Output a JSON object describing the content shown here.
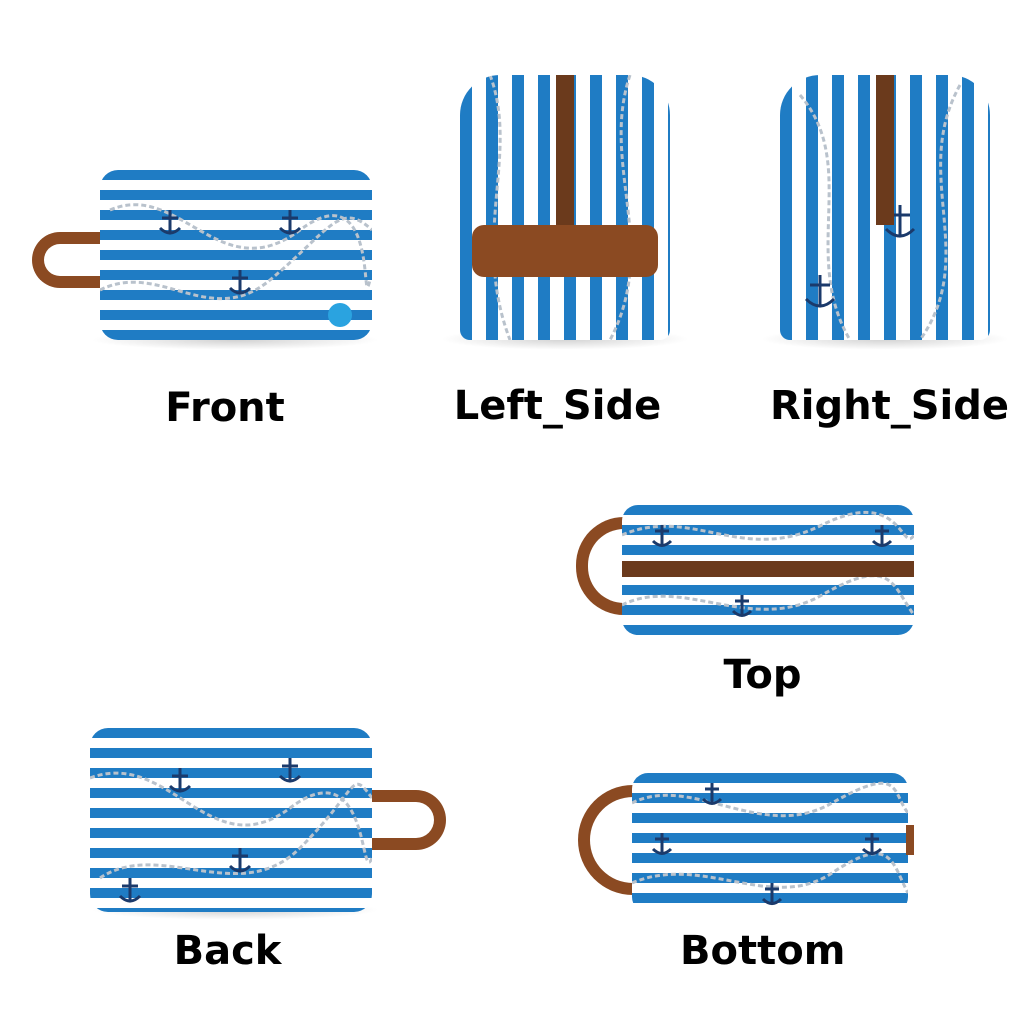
{
  "views": {
    "front": {
      "label": "Front"
    },
    "left_side": {
      "label": "Left_Side"
    },
    "right_side": {
      "label": "Right_Side"
    },
    "top": {
      "label": "Top"
    },
    "back": {
      "label": "Back"
    },
    "bottom": {
      "label": "Bottom"
    }
  },
  "colors": {
    "stripe_blue": "#1f7cc4",
    "stripe_white": "#ffffff",
    "leather": "#8b4a22",
    "chain": "#b9c2cc",
    "anchor": "#1b3a6b"
  }
}
